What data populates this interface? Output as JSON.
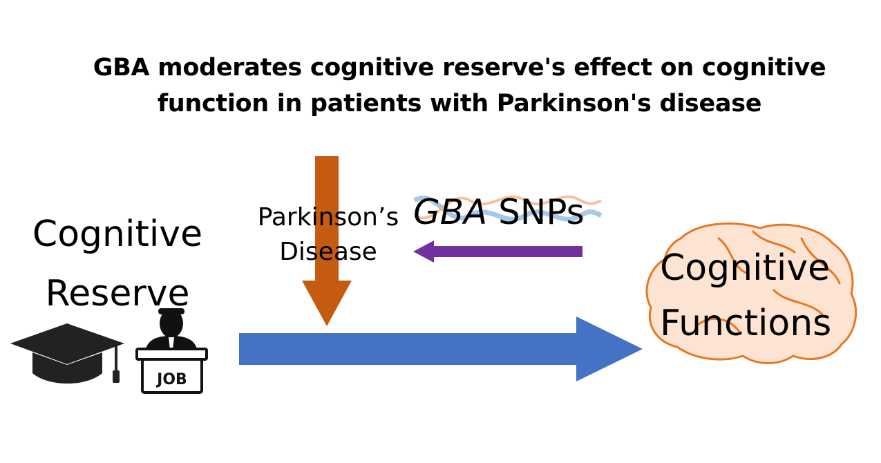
{
  "title": {
    "line1": "GBA moderates cognitive reserve's effect on cognitive",
    "line2": "function in patients with Parkinson's disease"
  },
  "cognitive_reserve": {
    "line1": "Cognitive",
    "line2": "Reserve",
    "job_sign": "JOB"
  },
  "parkinsons": {
    "line1": "Parkinson’s",
    "line2": "Disease"
  },
  "gba_snps": {
    "gene": "GBA",
    "suffix": "SNPs"
  },
  "cognitive_functions": {
    "line1": "Cognitive",
    "line2": "Functions"
  },
  "colors": {
    "main_arrow": "#4472c4",
    "moderator_arrow": "#c55a11",
    "snp_arrow": "#7030a0",
    "brain_outline": "#e87722",
    "brain_fill": "#fde4d2",
    "dna_strand": "#9dc3e6"
  }
}
